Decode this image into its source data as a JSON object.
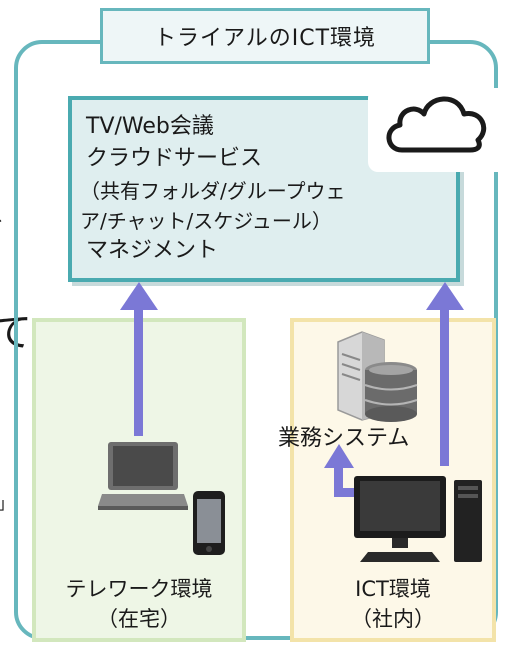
{
  "title": "トライアルのICT環境",
  "cloud": {
    "lines": [
      "TV/Web会議",
      "クラウドサービス",
      "（共有フォルダ/グループウェ",
      "ア/チャット/スケジュール）",
      "マネジメント"
    ]
  },
  "telework": {
    "line1": "テレワーク環境",
    "line2": "（在宅）"
  },
  "office": {
    "system_label": "業務システム",
    "line1": "ICT環境",
    "line2": "（社内）"
  },
  "side_marks": {
    "big": "て",
    "top": "、",
    "bottom": "」"
  },
  "colors": {
    "outer_border": "#67b7bd",
    "arrow": "#7b78d6",
    "tele_bg": "#eef6e6",
    "office_bg": "#fdf8e8"
  }
}
